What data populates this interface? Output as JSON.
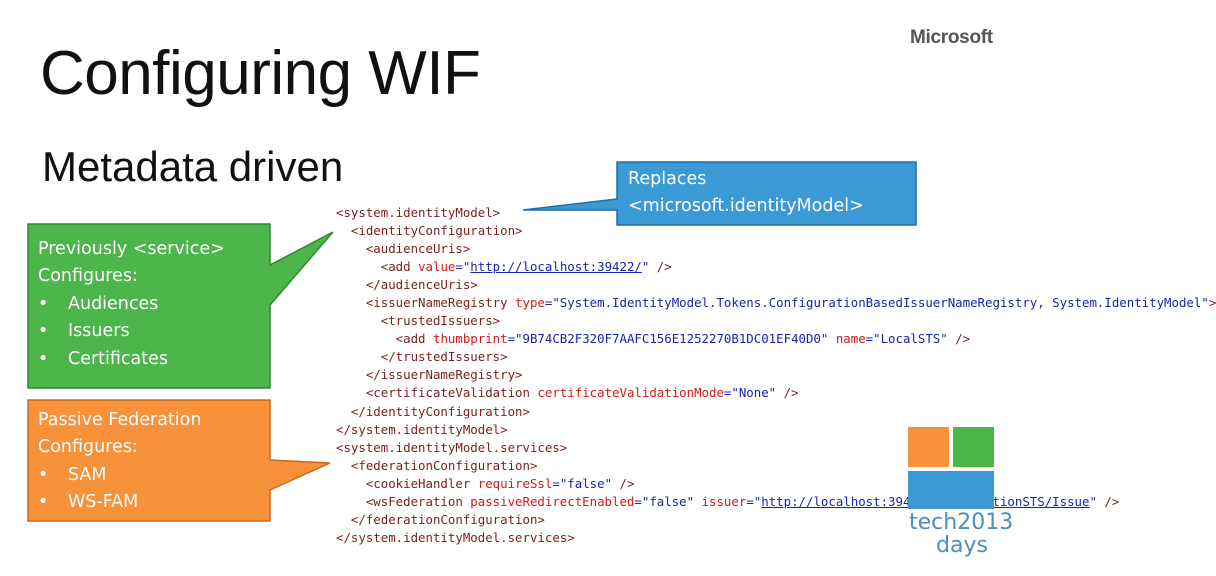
{
  "slide": {
    "title": "Configuring WIF",
    "subtitle": "Metadata driven",
    "brand": "Microsoft"
  },
  "callouts": {
    "green": {
      "line1": "Previously <service>",
      "line2": "Configures:",
      "items": [
        "Audiences",
        "Issuers",
        "Certificates"
      ]
    },
    "orange": {
      "line1": "Passive Federation",
      "line2": "Configures:",
      "items": [
        "SAM",
        "WS-FAM"
      ]
    },
    "blue": {
      "line1": "Replaces",
      "line2": "<microsoft.identityModel>"
    }
  },
  "code": [
    [
      {
        "t": "<system.identityModel>",
        "c": "tg"
      }
    ],
    [
      {
        "t": "  <identityConfiguration>",
        "c": "tg"
      }
    ],
    [
      {
        "t": "    <audienceUris>",
        "c": "tg"
      }
    ],
    [
      {
        "t": "      <add ",
        "c": "tg"
      },
      {
        "t": "value",
        "c": "at"
      },
      {
        "t": "=\"",
        "c": "pn"
      },
      {
        "t": "http://localhost:39422/",
        "c": "lk"
      },
      {
        "t": "\"",
        "c": "pn"
      },
      {
        "t": " />",
        "c": "tg"
      }
    ],
    [
      {
        "t": "    </audienceUris>",
        "c": "tg"
      }
    ],
    [
      {
        "t": "    <issuerNameRegistry ",
        "c": "tg"
      },
      {
        "t": "type",
        "c": "at"
      },
      {
        "t": "=\"System.IdentityModel.Tokens.ConfigurationBasedIssuerNameRegistry, System.IdentityModel\"",
        "c": "vl"
      },
      {
        "t": ">",
        "c": "tg"
      }
    ],
    [
      {
        "t": "      <trustedIssuers>",
        "c": "tg"
      }
    ],
    [
      {
        "t": "        <add ",
        "c": "tg"
      },
      {
        "t": "thumbprint",
        "c": "at"
      },
      {
        "t": "=\"9B74CB2F320F7AAFC156E1252270B1DC01EF40D0\" ",
        "c": "vl"
      },
      {
        "t": "name",
        "c": "at"
      },
      {
        "t": "=\"LocalSTS\"",
        "c": "vl"
      },
      {
        "t": " />",
        "c": "tg"
      }
    ],
    [
      {
        "t": "      </trustedIssuers>",
        "c": "tg"
      }
    ],
    [
      {
        "t": "    </issuerNameRegistry>",
        "c": "tg"
      }
    ],
    [
      {
        "t": "    <certificateValidation ",
        "c": "tg"
      },
      {
        "t": "certificateValidationMode",
        "c": "at"
      },
      {
        "t": "=\"None\"",
        "c": "vl"
      },
      {
        "t": " />",
        "c": "tg"
      }
    ],
    [
      {
        "t": "  </identityConfiguration>",
        "c": "tg"
      }
    ],
    [
      {
        "t": "</system.identityModel>",
        "c": "tg"
      }
    ],
    [
      {
        "t": "<system.identityModel.services>",
        "c": "tg"
      }
    ],
    [
      {
        "t": "  <federationConfiguration>",
        "c": "tg"
      }
    ],
    [
      {
        "t": "    <cookieHandler ",
        "c": "tg"
      },
      {
        "t": "requireSsl",
        "c": "at"
      },
      {
        "t": "=\"false\"",
        "c": "vl"
      },
      {
        "t": " />",
        "c": "tg"
      }
    ],
    [
      {
        "t": "    <wsFederation ",
        "c": "tg"
      },
      {
        "t": "passiveRedirectEnabled",
        "c": "at"
      },
      {
        "t": "=\"false\" ",
        "c": "vl"
      },
      {
        "t": "issuer",
        "c": "at"
      },
      {
        "t": "=\"",
        "c": "pn"
      },
      {
        "t": "http://localhost:39422/wsFederationSTS/Issue",
        "c": "lk"
      },
      {
        "t": "\"",
        "c": "pn"
      },
      {
        "t": " />",
        "c": "tg"
      }
    ],
    [
      {
        "t": "  </federationConfiguration>",
        "c": "tg"
      }
    ],
    [
      {
        "t": "</system.identityModel.services>",
        "c": "tg"
      }
    ]
  ],
  "event": {
    "tech": "tech",
    "year": "2013",
    "days": "days"
  },
  "colors": {
    "green": "#4cb54c",
    "green_border": "#2e8b2e",
    "orange": "#f7923a",
    "orange_border": "#c86a1c",
    "blue": "#3b9ad6",
    "blue_border": "#1f6fa6",
    "tile_orange": "#f7923a",
    "tile_green": "#4cb54c",
    "tile_blue": "#3b9ad6",
    "event_text": "#4a8fc4"
  }
}
